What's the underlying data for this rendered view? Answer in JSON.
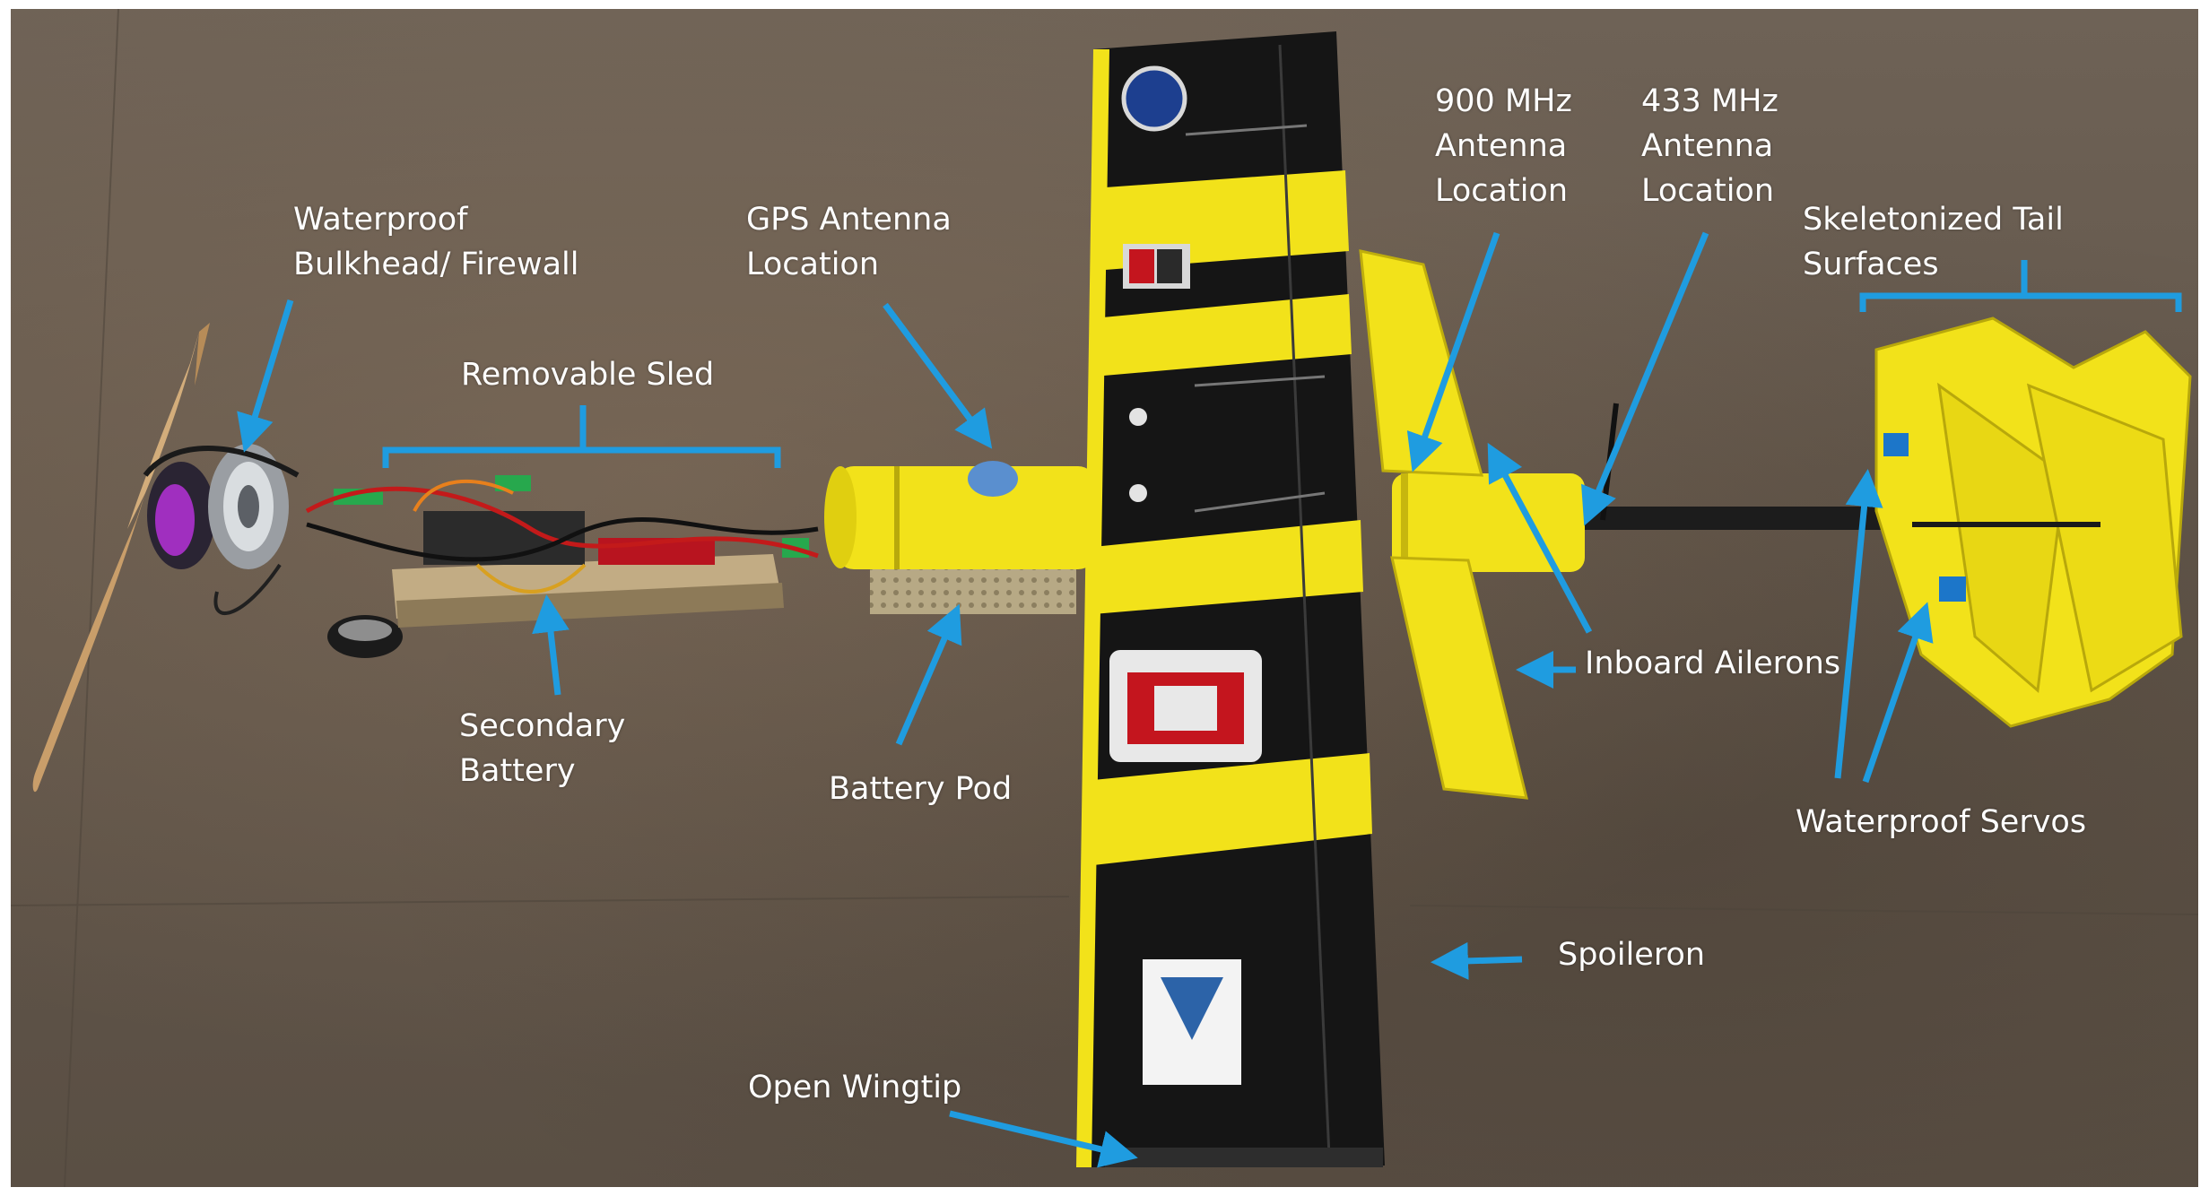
{
  "figure": {
    "labels": {
      "waterproof_bulkhead": "Waterproof\nBulkhead/ Firewall",
      "removable_sled": "Removable Sled",
      "gps_antenna": "GPS Antenna\nLocation",
      "antenna_900": "900 MHz\nAntenna\nLocation",
      "antenna_433": "433 MHz\nAntenna\nLocation",
      "tail_surfaces": "Skeletonized Tail Surfaces",
      "inboard_ailerons": "Inboard Ailerons",
      "secondary_battery": "Secondary\nBattery",
      "battery_pod": "Battery Pod",
      "waterproof_servos": "Waterproof Servos",
      "spoileron": "Spoileron",
      "open_wingtip": "Open Wingtip"
    },
    "colors": {
      "annotation_arrow": "#1f9ce0",
      "label_text": "#ffffff",
      "airframe_yellow": "#f2e21a",
      "wing_black": "#151515",
      "floor": "#64584c"
    }
  }
}
